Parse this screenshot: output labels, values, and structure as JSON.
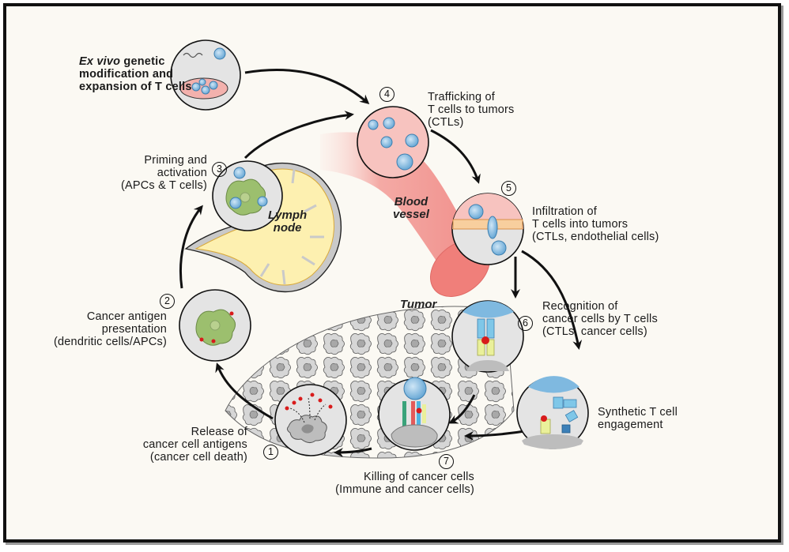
{
  "figure": {
    "type": "cancer-immunity cycle diagram",
    "organs": {
      "lymph_node": [
        "Lymph",
        "node"
      ],
      "blood_vessel": [
        "Blood",
        "vessel"
      ],
      "tumor": "Tumor"
    },
    "ex_vivo": {
      "lines": [
        "genetic",
        "modification and",
        "expansion of T cells"
      ],
      "italic_prefix": "Ex vivo"
    },
    "steps": [
      {
        "number": "1",
        "lines": [
          "Release of",
          "cancer cell antigens",
          "(cancer cell death)"
        ]
      },
      {
        "number": "2",
        "lines": [
          "Cancer antigen",
          "presentation",
          "(dendritic cells/APCs)"
        ]
      },
      {
        "number": "3",
        "lines": [
          "Priming and",
          "activation",
          "(APCs & T cells)"
        ]
      },
      {
        "number": "4",
        "lines": [
          "Trafficking of",
          "T cells to tumors",
          "(CTLs)"
        ]
      },
      {
        "number": "5",
        "lines": [
          "Infiltration of",
          "T cells into tumors",
          "(CTLs, endothelial cells)"
        ]
      },
      {
        "number": "6",
        "lines": [
          "Recognition of",
          "cancer cells by T cells",
          "(CTLs, cancer cells)"
        ]
      },
      {
        "number": "7",
        "lines": [
          "Killing of cancer cells",
          "(Immune and cancer cells)"
        ]
      }
    ],
    "synthetic": {
      "lines": [
        "Synthetic T cell",
        "engagement"
      ]
    },
    "colors": {
      "background": "#fbf9f3",
      "t_cell": "#7fb9e0",
      "dendritic_cell": "#9cbf6e",
      "lymph_node": "#fdf0b0",
      "blood_vessel": "#f2a3a0",
      "tumor_cell": "#cfcfcf",
      "antigen": "#d81b1b",
      "circle_fill": "#e4e4e4"
    }
  }
}
